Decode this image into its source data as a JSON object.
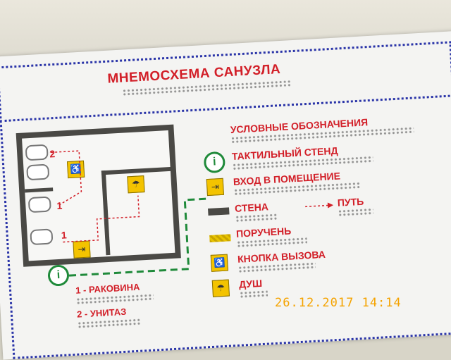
{
  "sign": {
    "title": "МНЕМОСХЕМА САНУЗЛА",
    "legend_title": "УСЛОВНЫЕ ОБОЗНАЧЕНИЯ",
    "items": {
      "tactile": "ТАКТИЛЬНЫЙ СТЕНД",
      "entrance": "ВХОД В ПОМЕЩЕНИЕ",
      "wall": "СТЕНА",
      "path": "ПУТЬ",
      "handrail": "ПОРУЧЕНЬ",
      "call_button": "КНОПКА ВЫЗОВА",
      "shower": "ДУШ"
    },
    "notes": {
      "sink": "1 - РАКОВИНА",
      "toilet": "2 - УНИТАЗ"
    },
    "plan_labels": [
      "2",
      "1",
      "1"
    ],
    "info_symbol": "i"
  },
  "timestamp": "26.12.2017  14:14",
  "colors": {
    "title_red": "#d21f28",
    "dots_blue": "#2a34a8",
    "symbol_yellow": "#f3c300",
    "info_green": "#1f8a3a",
    "timestamp_orange": "#f5a300"
  }
}
